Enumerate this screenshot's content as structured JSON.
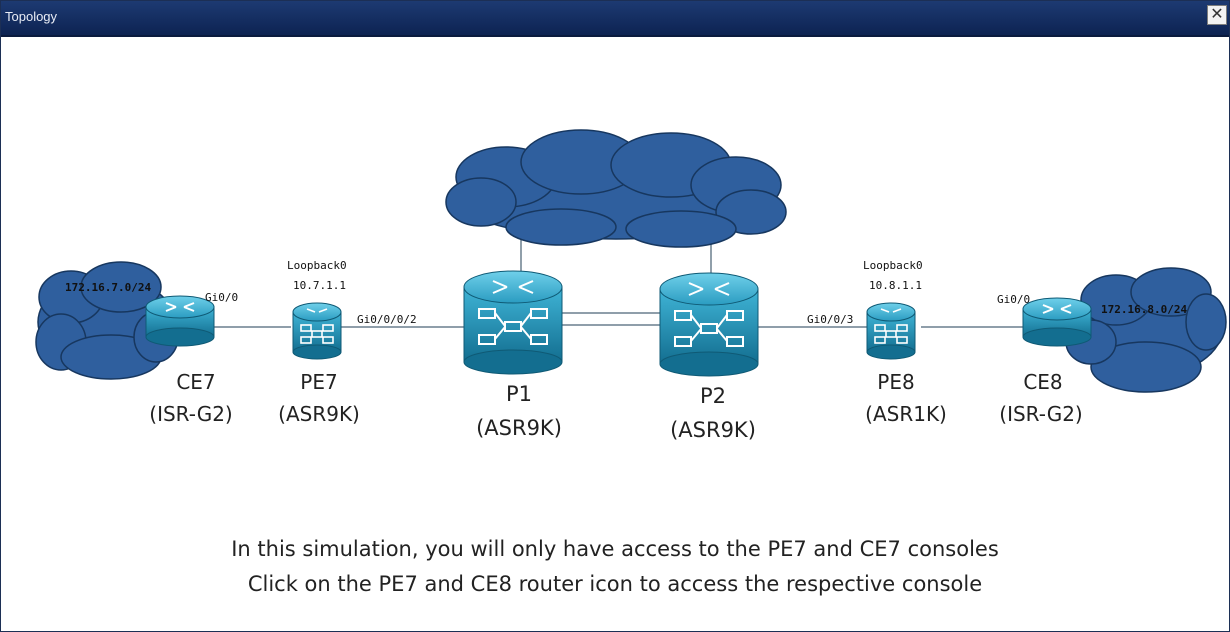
{
  "window": {
    "title": "Topology",
    "close_glyph": "✕"
  },
  "devices": {
    "ce7": {
      "name": "CE7",
      "model": "(ISR-G2)"
    },
    "pe7": {
      "name": "PE7",
      "model": "(ASR9K)",
      "loopback": "Loopback0",
      "loopback_ip": "10.7.1.1"
    },
    "p1": {
      "name": "P1",
      "model": "(ASR9K)"
    },
    "p2": {
      "name": "P2",
      "model": "(ASR9K)"
    },
    "pe8": {
      "name": "PE8",
      "model": "(ASR1K)",
      "loopback": "Loopback0",
      "loopback_ip": "10.8.1.1"
    },
    "ce8": {
      "name": "CE8",
      "model": "(ISR-G2)"
    }
  },
  "networks": {
    "left": "172.16.7.0/24",
    "right": "172.16.8.0/24"
  },
  "interfaces": {
    "ce7_gi": "Gi0/0",
    "pe7_gi": "Gi0/0/0/2",
    "pe8_gi": "Gi0/0/3",
    "ce8_gi": "Gi0/0"
  },
  "notes": {
    "line1": "In this simulation, you will only have access to the PE7 and CE7 consoles",
    "line2": "Click on the PE7 and CE8 router icon to access the respective console"
  },
  "colors": {
    "cloud": "#2f5f9e",
    "router": "#1f8fb0",
    "titlebar": "#12295c"
  }
}
